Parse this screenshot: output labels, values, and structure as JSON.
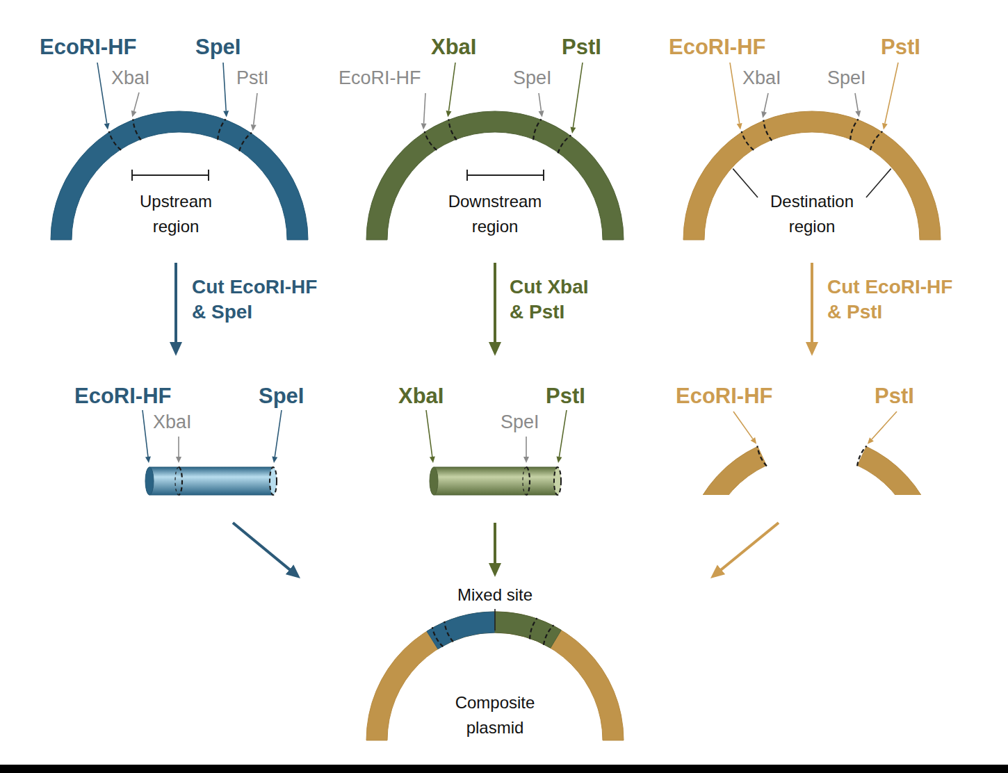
{
  "diagram": {
    "nodes": [
      {
        "text": [
          "EcoRI-HF",
          "XbaI",
          "SpeI",
          "PstI",
          "Upstream region"
        ]
      },
      {
        "text": [
          "EcoRI-HF",
          "XbaI",
          "SpeI",
          "PstI",
          "Downstream region"
        ]
      },
      {
        "text": [
          "EcoRI-HF",
          "XbaI",
          "SpeI",
          "PstI",
          "Destination region"
        ]
      },
      {
        "text": [
          "EcoRI-HF",
          "XbaI",
          "SpeI"
        ]
      },
      {
        "text": [
          "XbaI",
          "SpeI",
          "PstI"
        ]
      },
      {
        "text": [
          "EcoRI-HF",
          "PstI"
        ]
      },
      {
        "text": [
          "Mixed site",
          "Composite plasmid"
        ]
      }
    ],
    "edges": [
      {
        "from": 0,
        "to": 3,
        "arrow": "to",
        "label": "Cut EcoRI-HF & SpeI"
      },
      {
        "from": 1,
        "to": 4,
        "arrow": "to",
        "label": "Cut XbaI & PstI"
      },
      {
        "from": 2,
        "to": 5,
        "arrow": "to",
        "label": "Cut EcoRI-HF & PstI"
      },
      {
        "from": 3,
        "to": 6,
        "arrow": "to"
      },
      {
        "from": 4,
        "to": 6,
        "arrow": "to"
      },
      {
        "from": 5,
        "to": 6,
        "arrow": "to"
      }
    ]
  }
}
